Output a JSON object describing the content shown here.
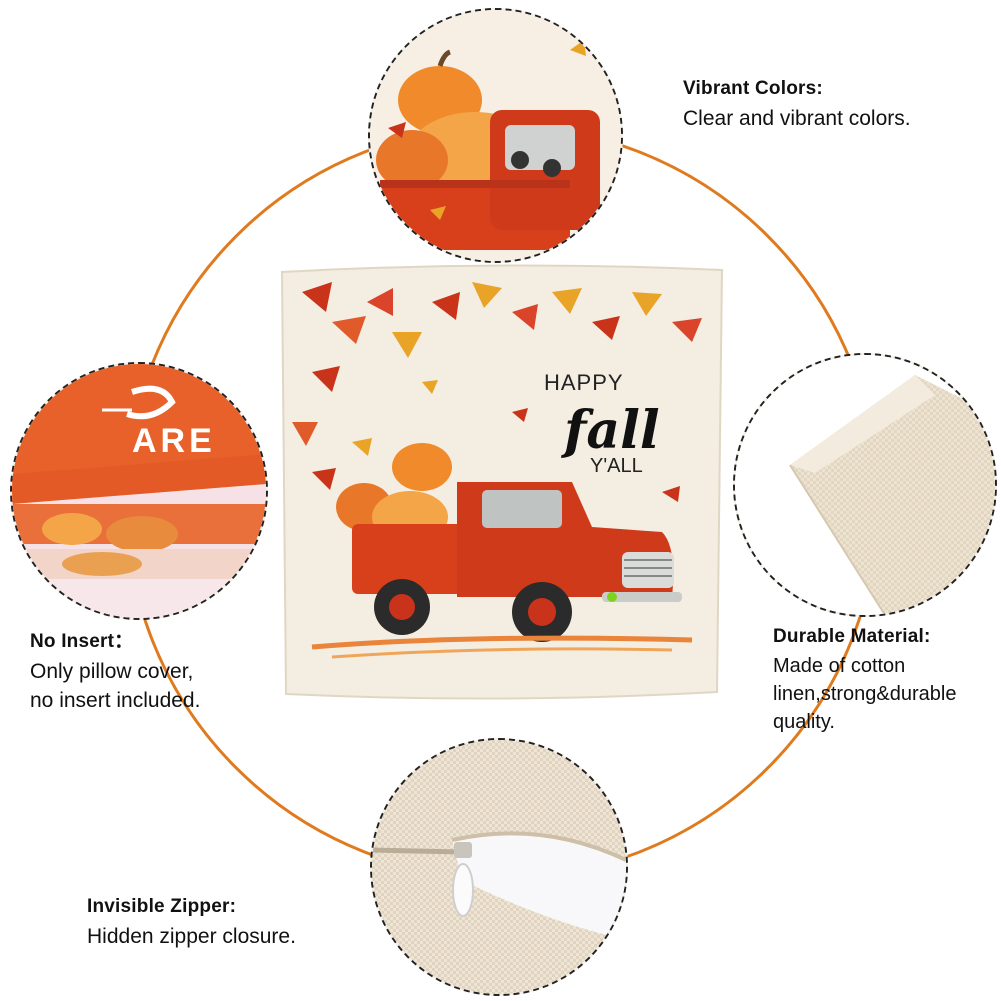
{
  "colors": {
    "ring": "#e07a1f",
    "truck": "#d8401c",
    "pumpkin": "#f08a2a",
    "linen": "#f3ece0",
    "leaf_red": "#c8331a",
    "leaf_yellow": "#e9a427"
  },
  "pillow": {
    "greeting_line1": "HAPPY",
    "greeting_line2": "fall",
    "greeting_line3": "Y'ALL"
  },
  "details": {
    "no_insert_text": "ARE"
  },
  "features": {
    "vibrant": {
      "title": "Vibrant Colors:",
      "lines": [
        "Clear and vibrant colors."
      ]
    },
    "no_insert": {
      "title": "No Insert：",
      "lines": [
        "Only pillow cover,",
        "no insert included."
      ]
    },
    "durable": {
      "title": "Durable Material:",
      "lines": [
        "Made of  cotton",
        "linen,strong&durable",
        "quality."
      ]
    },
    "zipper": {
      "title": "Invisible Zipper:",
      "lines": [
        "Hidden zipper closure."
      ]
    }
  }
}
